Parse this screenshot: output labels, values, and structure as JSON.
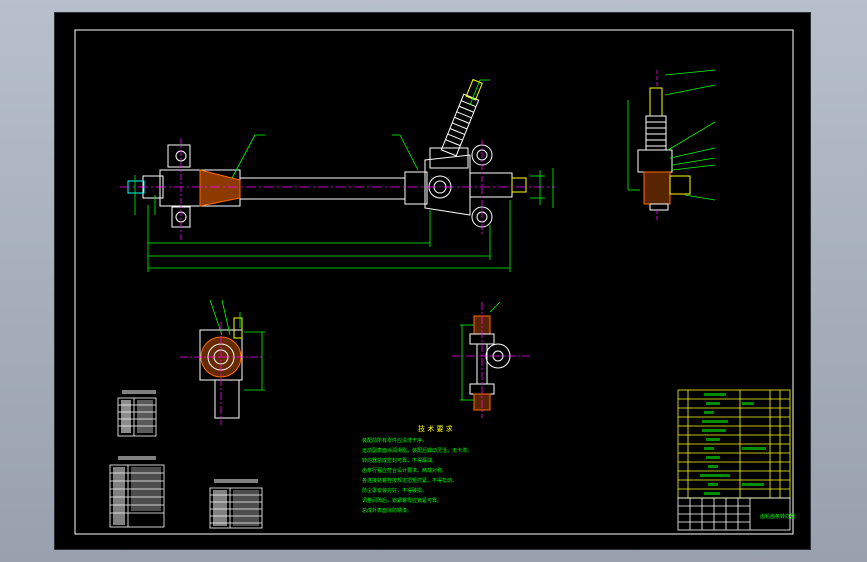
{
  "drawing": {
    "tech_title": "技 术 要 求",
    "tech_lines": [
      "装配前所有零件应清洗干净。",
      "运动副表面涂润滑脂，装配后转动灵活，无卡滞。",
      "转向器总成密封可靠，不得漏油。",
      "齿条行程应符合设计要求，两端对称。",
      "各连接处螺栓按规定扭矩拧紧，不得松动。",
      "防尘罩安装完好，不得破损。",
      "调整间隙后，锁紧螺母应锁紧可靠。",
      "总成外表面涂防锈漆。"
    ],
    "title_block_label": "齿轮齿条转向器"
  },
  "colors": {
    "background": "#000000",
    "line_white": "#ffffff",
    "dimension_green": "#00ff00",
    "center_magenta": "#ff00ff",
    "hatch_orange": "#ff6a00",
    "text_yellow": "#ffff00",
    "frame_grey": "#a3acb7"
  }
}
